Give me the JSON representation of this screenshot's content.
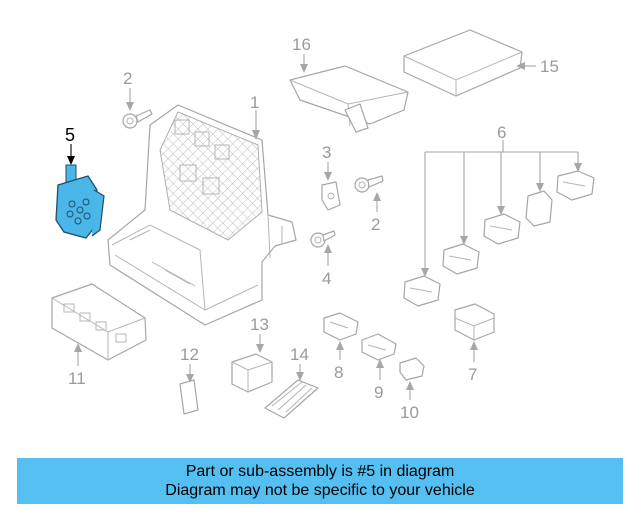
{
  "callouts": {
    "c1": "1",
    "c2a": "2",
    "c2b": "2",
    "c3": "3",
    "c4": "4",
    "c5": "5",
    "c6": "6",
    "c7": "7",
    "c8": "8",
    "c9": "9",
    "c10": "10",
    "c11": "11",
    "c12": "12",
    "c13": "13",
    "c14": "14",
    "c15": "15",
    "c16": "16"
  },
  "highlight": {
    "part": "5",
    "color": "#4ab7e8"
  },
  "banner": {
    "line1": "Part or sub-assembly is #5 in diagram",
    "line2": "Diagram may not be specific to your vehicle",
    "background": "#55bff2"
  }
}
